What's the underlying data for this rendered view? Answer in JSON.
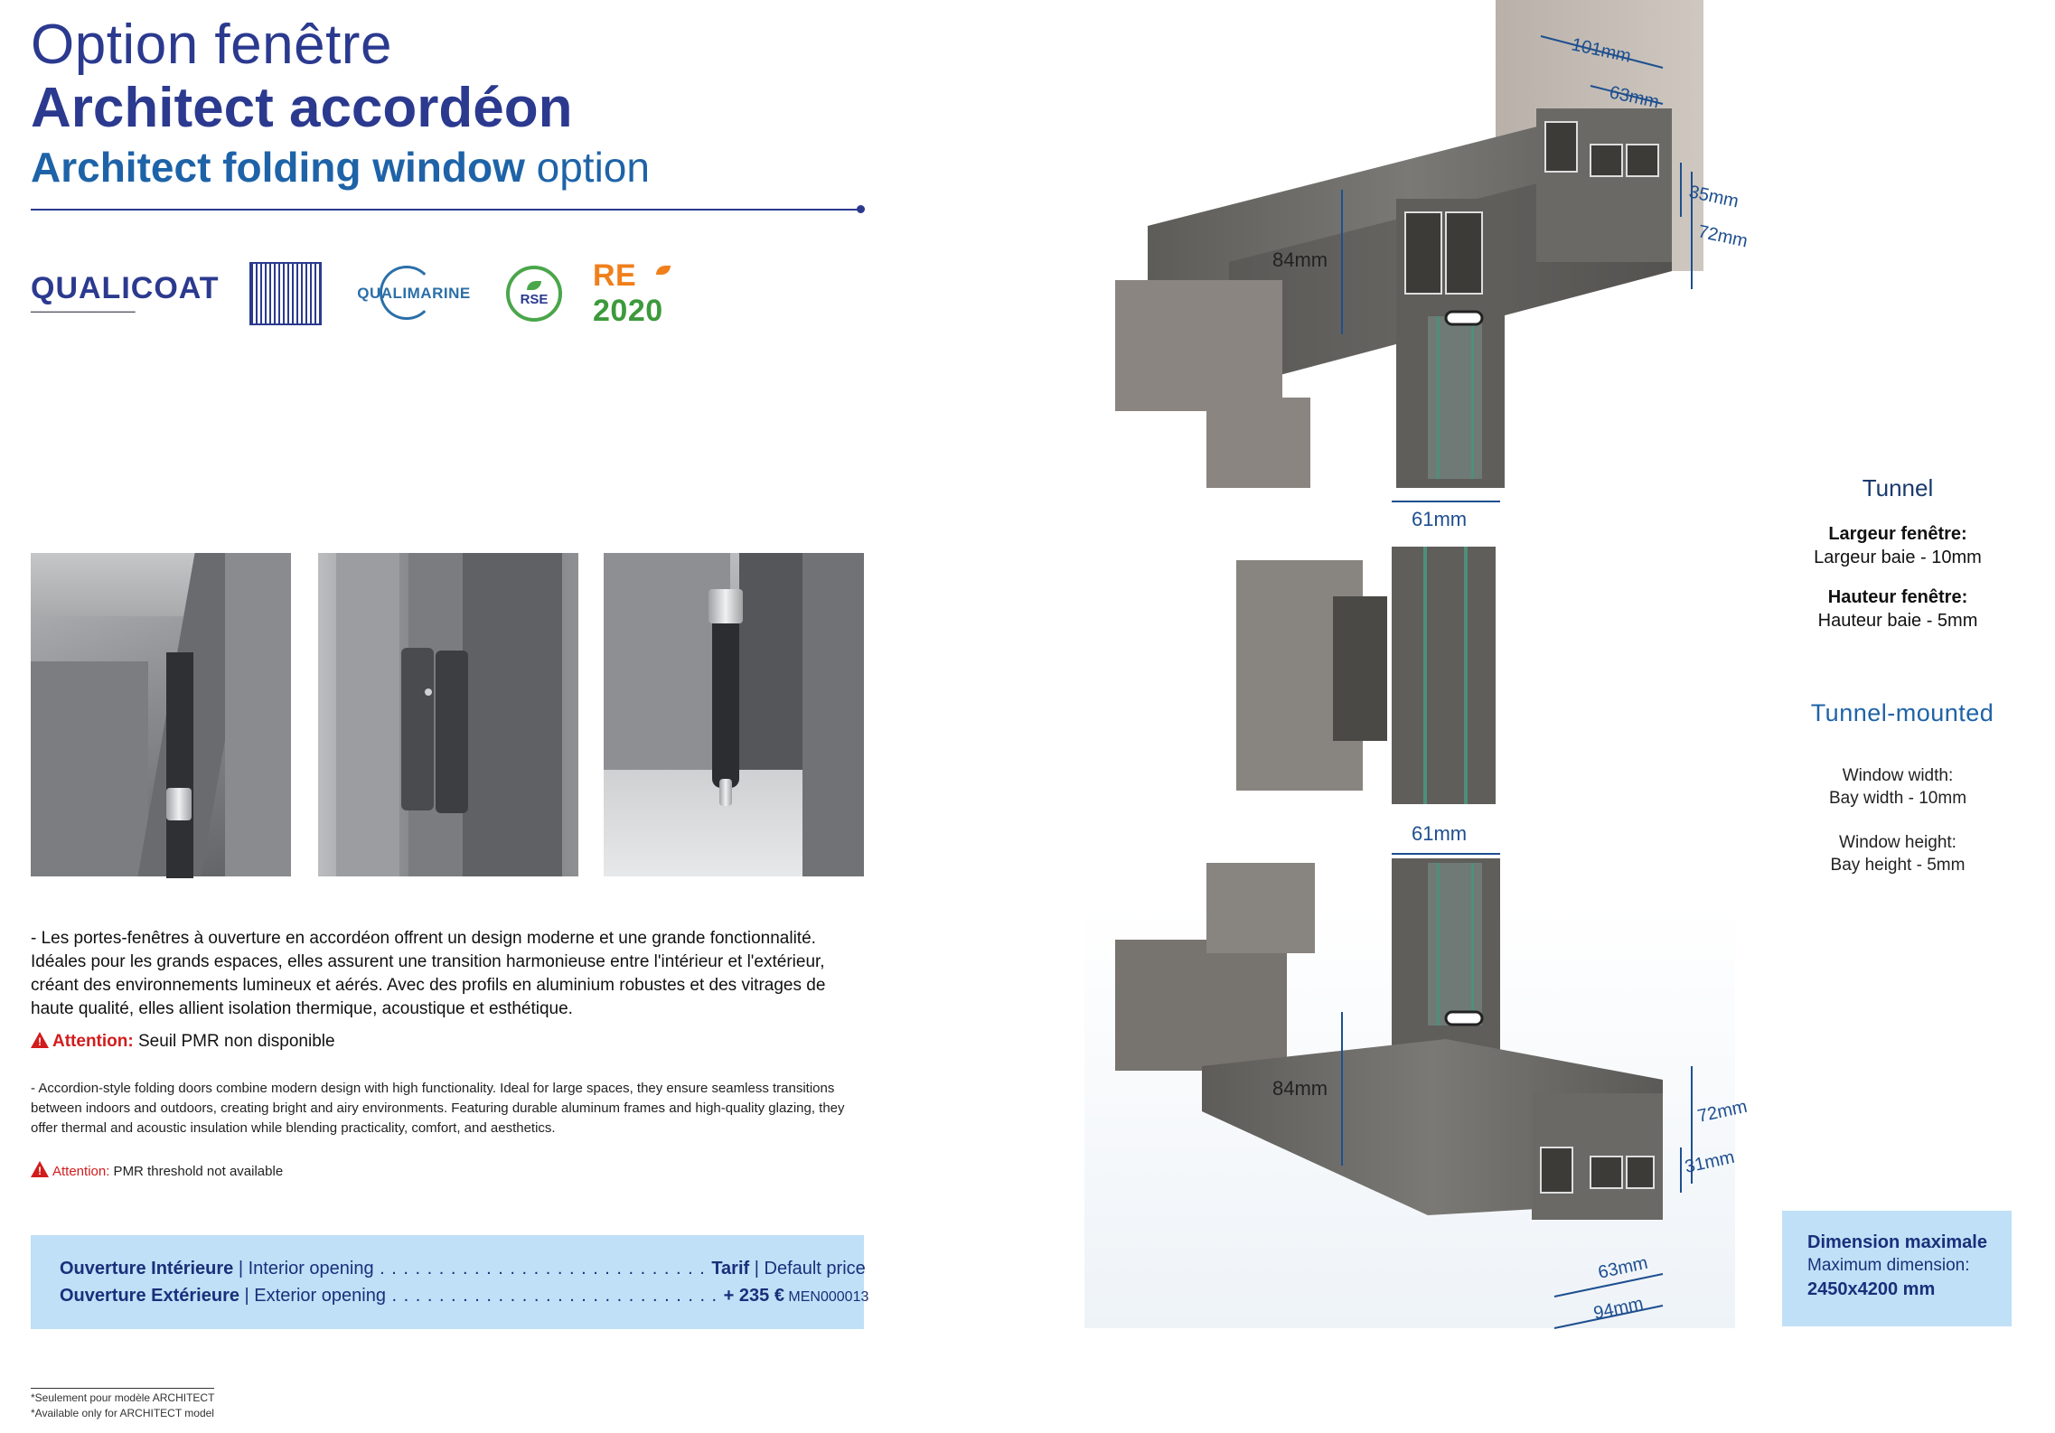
{
  "header": {
    "title_fr_light": "Option fenêtre",
    "title_fr_bold": "Architect accordéon",
    "title_en_bold": "Architect folding window",
    "title_en_light": "option"
  },
  "logos": {
    "qualicoat": "QUALICOAT",
    "qualimarine": "QUALIMARINE",
    "rse": "RSE",
    "re2020_prefix": "RE",
    "re2020_year": "2020"
  },
  "description": {
    "fr": "- Les portes-fenêtres à ouverture en accordéon offrent un design moderne et une grande fonctionnalité. Idéales pour les grands espaces, elles assurent une transition harmonieuse entre l'intérieur et l'extérieur, créant des environnements lumineux et aérés. Avec des profils en aluminium robustes et des vitrages de haute qualité, elles allient isolation thermique, acoustique et esthétique.",
    "fr_warning_label": "Attention:",
    "fr_warning_text": " Seuil PMR non disponible",
    "en": "- Accordion-style folding doors combine modern design with high functionality. Ideal for large spaces, they ensure seamless transitions between indoors and outdoors, creating bright and airy environments. Featuring durable aluminum frames and high-quality glazing, they offer thermal and acoustic insulation while blending practicality, comfort, and aesthetics.",
    "en_warning_label": "Attention:",
    "en_warning_text": " PMR threshold not available"
  },
  "pricing": {
    "row1_label_fr": "Ouverture Intérieure",
    "row1_label_en": " | Interior opening",
    "row1_dots": " . . . . . . . . . . . . . . . . . . . . . . . . . . . . ",
    "row1_value_fr": "Tarif",
    "row1_value_en": " | Default price",
    "row2_label_fr": "Ouverture Extérieure",
    "row2_label_en": "  | Exterior opening",
    "row2_dots": " . . . . . . . . . . . . . . . . . . . . . . . . . . . . ",
    "row2_value": "+ 235 €",
    "row2_code": " MEN000013"
  },
  "footnote": {
    "fr": "*Seulement pour modèle ARCHITECT",
    "en": "*Available only for ARCHITECT model"
  },
  "diagram": {
    "top_101": "101mm",
    "top_63": "63mm",
    "top_35": "35mm",
    "top_72": "72mm",
    "top_84": "84mm",
    "mid_61_top": "61mm",
    "mid_61_bottom": "61mm",
    "bot_84": "84mm",
    "bot_72": "72mm",
    "bot_31": "31mm",
    "bot_63": "63mm",
    "bot_94": "94mm",
    "dim_color": "#1e4f8f",
    "profile_color": "#6b6a66"
  },
  "tunnel": {
    "fr_heading": "Tunnel",
    "fr_width_label": "Largeur fenêtre:",
    "fr_width_value": "Largeur baie - 10mm",
    "fr_height_label": "Hauteur fenêtre:",
    "fr_height_value": "Hauteur baie - 5mm",
    "en_heading": "Tunnel-mounted",
    "en_width_label": "Window width:",
    "en_width_value": "Bay width - 10mm",
    "en_height_label": "Window height:",
    "en_height_value": "Bay height - 5mm"
  },
  "max_dimension": {
    "label_fr": "Dimension maximale",
    "label_en": "Maximum dimension:",
    "value": "2450x4200 mm"
  },
  "colors": {
    "brand_navy": "#2b3a8f",
    "brand_blue": "#1e63a8",
    "box_blue": "#bfe0f7",
    "warning_red": "#d21c1c"
  }
}
